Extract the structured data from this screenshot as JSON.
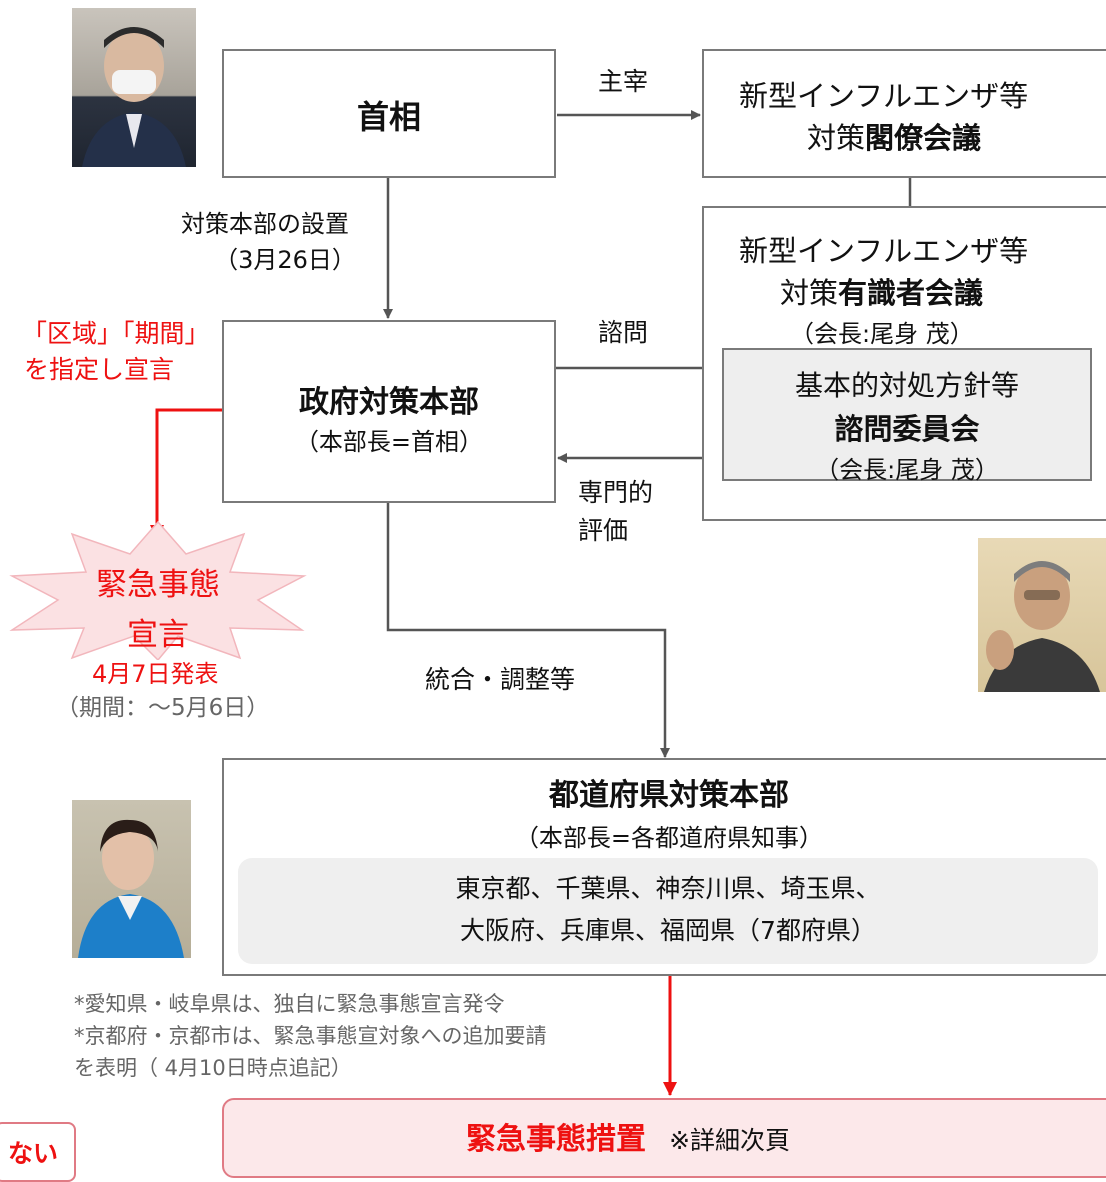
{
  "pm_box": {
    "title": "首相"
  },
  "preside_label": "主宰",
  "cabinet_box": {
    "line1": "新型インフルエンザ等",
    "line2_prefix": "対策",
    "line2_bold": "閣僚会議"
  },
  "expert_box": {
    "line1": "新型インフルエンザ等",
    "line2_prefix": "対策",
    "line2_bold": "有識者会議",
    "chair": "（会長:尾身 茂）"
  },
  "advisory_box": {
    "line1": "基本的対処方針等",
    "line2": "諮問委員会",
    "chair": "（会長:尾身 茂）"
  },
  "hq_setup_label": {
    "line1": "対策本部の設置",
    "line2": "（3月26日）"
  },
  "consult_label": "諮問",
  "expert_eval_label": {
    "line1": "専門的",
    "line2": "評価"
  },
  "govt_hq_box": {
    "title": "政府対策本部",
    "subtitle": "（本部長=首相）"
  },
  "designate_label": {
    "line1": "「区域」「期間」",
    "line2": "を指定し宣言"
  },
  "emergency_burst": {
    "line1": "緊急事態",
    "line2": "宣言"
  },
  "announce": {
    "date": "4月7日発表",
    "period": "（期間：〜5月6日）"
  },
  "coordination_label": "統合・調整等",
  "pref_hq_box": {
    "title": "都道府県対策本部",
    "subtitle": "（本部長=各都道府県知事）",
    "list_line1": "東京都、千葉県、神奈川県、埼玉県、",
    "list_line2": "大阪府、兵庫県、福岡県（7都府県）"
  },
  "notes": {
    "line1": "*愛知県・岐阜県は、独自に緊急事態宣言発令",
    "line2": "*京都府・京都市は、緊急事態宣対象への追加要請",
    "line3": "を表明（ 4月10日時点追記）"
  },
  "measures_box": {
    "title": "緊急事態措置",
    "note": "※詳細次頁"
  },
  "corner_tag": {
    "text": "ない"
  },
  "colors": {
    "red": "#ee1111",
    "border_gray": "#7a7a7a",
    "burst_fill": "#fbe1e3",
    "measures_fill": "#fce8ea"
  }
}
